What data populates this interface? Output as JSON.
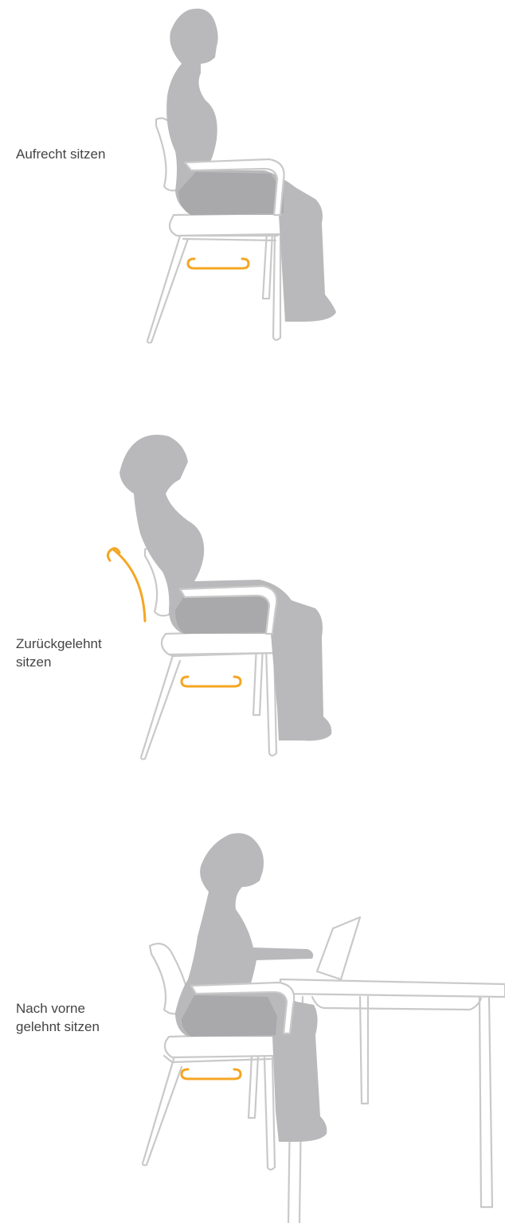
{
  "colors": {
    "accent": "#f5a623",
    "figure": "#b9b9bb",
    "chair_outline": "#c9c9c9",
    "label_text": "#444444"
  },
  "postures": [
    {
      "label_lines": [
        "Aufrecht sitzen"
      ],
      "icons": [
        "seat-slide-arrow-icon"
      ]
    },
    {
      "label_lines": [
        "Zurückgelehnt",
        "sitzen"
      ],
      "icons": [
        "recline-arrow-icon",
        "seat-slide-arrow-icon"
      ]
    },
    {
      "label_lines": [
        "Nach vorne",
        "gelehnt sitzen"
      ],
      "icons": [
        "seat-slide-arrow-icon"
      ]
    }
  ]
}
